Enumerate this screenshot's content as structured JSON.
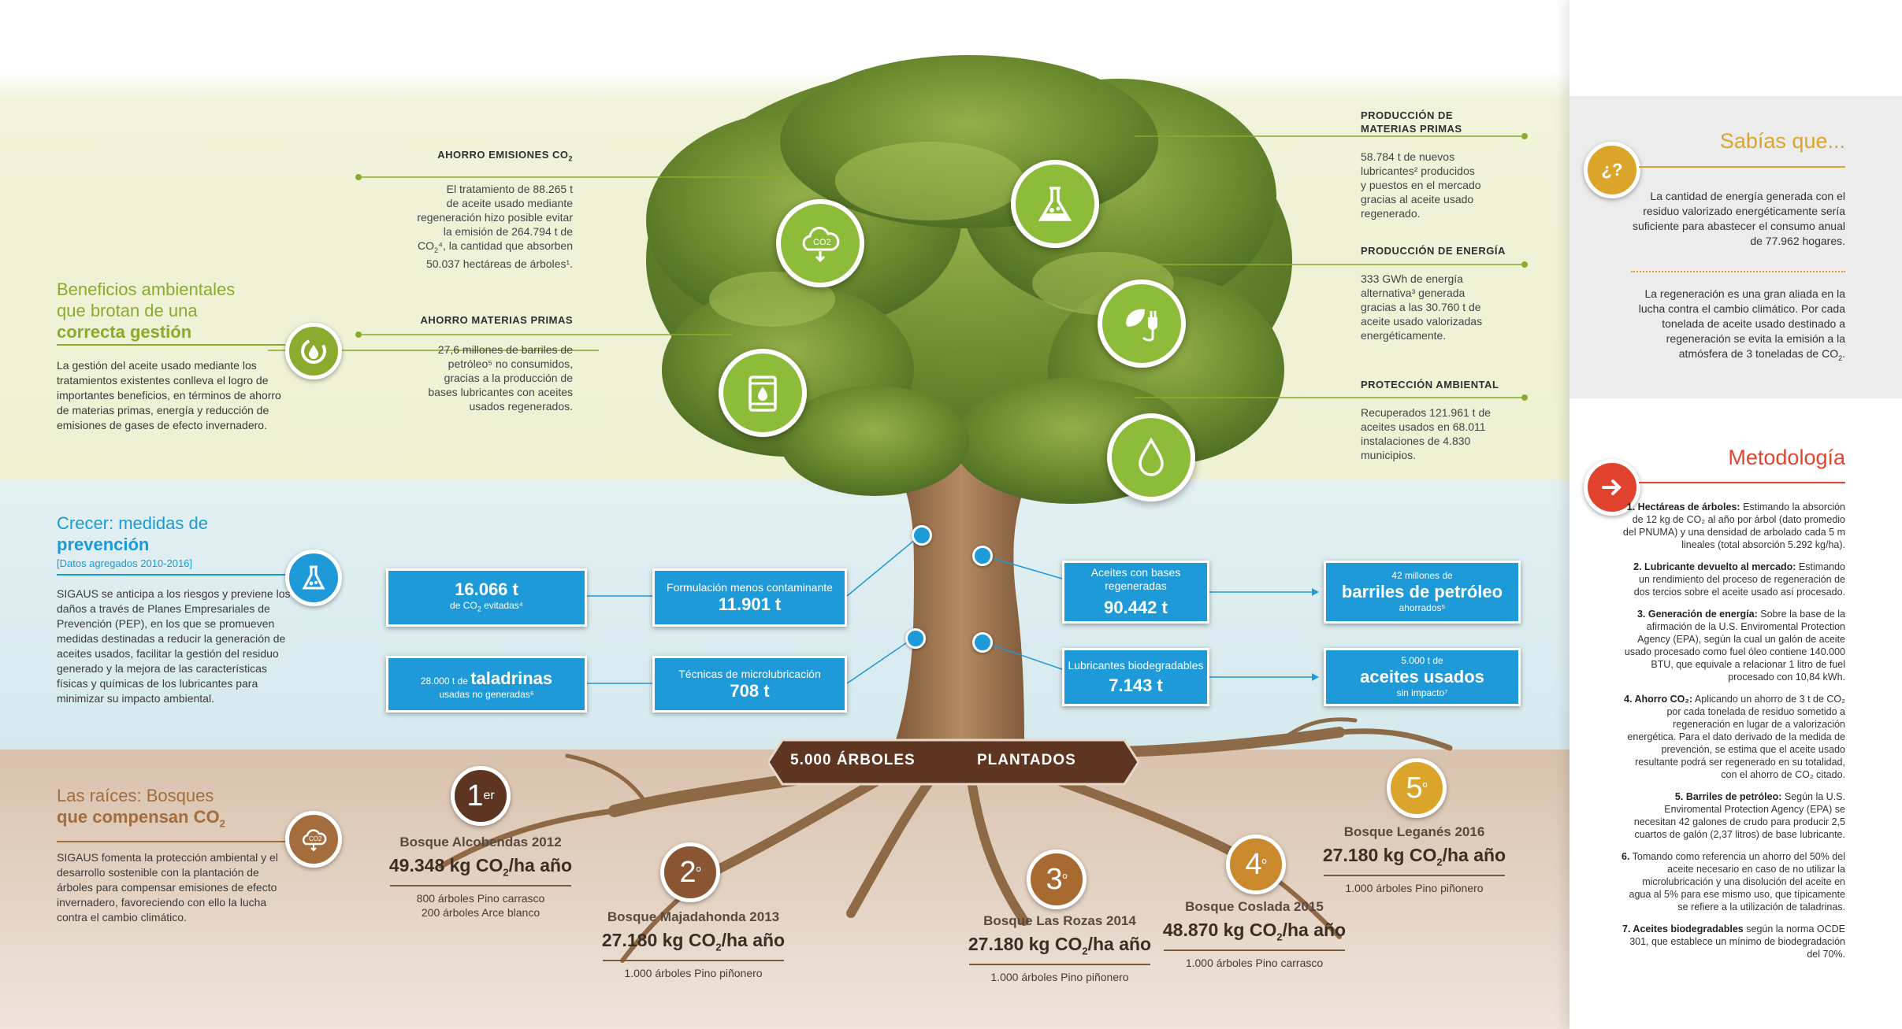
{
  "left": {
    "beneficios": {
      "title_line1": "Beneficios ambientales",
      "title_line2": "que brotan de una",
      "title_line3": "correcta gestión",
      "body": "La gestión del aceite usado mediante los tratamientos existentes conlleva el logro de importantes beneficios, en términos de ahorro de materias primas, energía y reducción de emisiones de gases de efecto invernadero."
    },
    "crecer": {
      "title_line1": "Crecer: medidas de",
      "title_line2": "prevención",
      "subtitle": "[Datos agregados 2010-2016]",
      "body": "SIGAUS se anticipa a los riesgos y previene los daños a través de Planes Empresariales de Prevención (PEP), en los que se promueven medidas destinadas a reducir la generación de aceites usados, facilitar la gestión del residuo generado y la mejora de las características físicas y químicas de los lubricantes para minimizar su impacto ambiental."
    },
    "raices": {
      "title_line1": "Las raíces: Bosques",
      "title_line2": "que compensan CO",
      "title_sub": "2",
      "body": "SIGAUS fomenta la protección ambiental y el desarrollo sostenible con la plantación de árboles para compensar emisiones de efecto invernadero, favoreciendo con ello la lucha contra el cambio climático."
    }
  },
  "tree_labels": {
    "ahorro_emisiones": {
      "header": "AHORRO EMISIONES CO",
      "header_sub": "2",
      "l1": "El tratamiento de 88.265 t",
      "l2": "de aceite usado mediante",
      "l3": "regeneración hizo posible evitar",
      "l4": "la emisión de 264.794 t de",
      "l5a": "CO",
      "l5s": "2",
      "l5b": "⁴, la cantidad que absorben",
      "l6": "50.037 hectáreas de árboles¹."
    },
    "ahorro_materias": {
      "header": "AHORRO MATERIAS PRIMAS",
      "l1": "27,6 millones de barriles de",
      "l2": "petróleo⁵ no consumidos,",
      "l3": "gracias a la producción de",
      "l4": "bases lubricantes con aceites",
      "l5": "usados regenerados."
    },
    "produccion_materias": {
      "header_l1": "PRODUCCIÓN DE",
      "header_l2": "MATERIAS PRIMAS",
      "l1": "58.784 t de nuevos",
      "l2": "lubricantes² producidos",
      "l3": "y puestos en el mercado",
      "l4": "gracias al aceite usado",
      "l5": "regenerado."
    },
    "produccion_energia": {
      "header": "PRODUCCIÓN DE ENERGÍA",
      "l1": "333 GWh de energía",
      "l2": "alternativa³ generada",
      "l3": "gracias a las 30.760 t de",
      "l4": "aceite usado valorizadas",
      "l5": "energéticamente."
    },
    "proteccion": {
      "header": "PROTECCIÓN AMBIENTAL",
      "l1": "Recuperados 121.961 t de",
      "l2": "aceites usados en 68.011",
      "l3": "instalaciones de 4.830",
      "l4": "municipios."
    }
  },
  "prevention": {
    "formulacion": {
      "label": "Formulación menos contaminante",
      "value": "11.901 t"
    },
    "tecnicas": {
      "label": "Técnicas de microlubricación",
      "value": "708 t"
    },
    "aceites_bases": {
      "label": "Aceites con bases regeneradas",
      "value": "90.442 t"
    },
    "lubricantes_bio": {
      "label": "Lubricantes biodegradables",
      "value": "7.143 t"
    },
    "co2_evitadas": {
      "value": "16.066 t",
      "caption_a": "de CO",
      "caption_sub": "2",
      "caption_b": " evitadas⁴"
    },
    "taladrinas": {
      "prefix": "28.000 t de ",
      "big": "taladrinas",
      "caption": "usadas no generadas⁶"
    },
    "barriles": {
      "top": "42 millones de",
      "big": "barriles de petróleo",
      "caption": "ahorrados⁵"
    },
    "aceites_usados": {
      "top": "5.000 t de",
      "big": "aceites usados",
      "caption": "sin impacto⁷"
    }
  },
  "banner": {
    "left": "5.000 ÁRBOLES",
    "right": "PLANTADOS"
  },
  "forests": [
    {
      "badge": "1",
      "badge_sup": "er",
      "name": "Bosque Alcobendas 2012",
      "value": "49.348 kg CO",
      "value_sub": "2",
      "value_end": "/ha año",
      "trees_l1": "800 árboles Pino carrasco",
      "trees_l2": "200 árboles Arce blanco"
    },
    {
      "badge": "2",
      "badge_sup": "º",
      "name": "Bosque Majadahonda 2013",
      "value": "27.180 kg CO",
      "value_sub": "2",
      "value_end": "/ha año",
      "trees_l1": "1.000 árboles Pino piñonero",
      "trees_l2": ""
    },
    {
      "badge": "3",
      "badge_sup": "º",
      "name": "Bosque Las Rozas 2014",
      "value": "27.180 kg CO",
      "value_sub": "2",
      "value_end": "/ha año",
      "trees_l1": "1.000 árboles Pino piñonero",
      "trees_l2": ""
    },
    {
      "badge": "4",
      "badge_sup": "º",
      "name": "Bosque Coslada 2015",
      "value": "48.870 kg CO",
      "value_sub": "2",
      "value_end": "/ha año",
      "trees_l1": "1.000 árboles Pino carrasco",
      "trees_l2": ""
    },
    {
      "badge": "5",
      "badge_sup": "º",
      "name": "Bosque Leganés 2016",
      "value": "27.180 kg CO",
      "value_sub": "2",
      "value_end": "/ha año",
      "trees_l1": "1.000 árboles Pino piñonero",
      "trees_l2": ""
    }
  ],
  "sabias": {
    "badge": "¿?",
    "title": "Sabías que...",
    "p1": "La cantidad de energía generada con el residuo valorizado energéticamente sería suficiente para abastecer el consumo anual de 77.962 hogares.",
    "p2a": "La regeneración es una gran aliada en la lucha contra el cambio climático. Por cada tonelada de aceite usado destinado a regeneración se evita la emisión a la atmósfera de 3 toneladas de CO",
    "p2s": "2",
    "p2b": "."
  },
  "metodologia": {
    "title": "Metodología",
    "items": [
      {
        "head": "1. Hectáreas de árboles:",
        "text": " Estimando la absorción de 12 kg de CO₂ al año por árbol (dato promedio del PNUMA) y una densidad de arbolado cada 5 m lineales (total absorción 5.292 kg/ha)."
      },
      {
        "head": "2. Lubricante devuelto al mercado:",
        "text": " Estimando un rendimiento del proceso de regeneración de dos tercios sobre el aceite usado así procesado."
      },
      {
        "head": "3. Generación de energía:",
        "text": " Sobre la base de la afirmación de la U.S. Enviromental Protection Agency (EPA), según la cual un galón de aceite usado procesado como fuel óleo contiene 140.000 BTU, que equivale a relacionar 1 litro de fuel procesado con 10,84 kWh."
      },
      {
        "head": "4. Ahorro CO₂:",
        "text": " Aplicando un ahorro de 3 t de CO₂ por cada tonelada de residuo sometido a regeneración en lugar de a valorización energética. Para el dato derivado de la medida de prevención, se estima que el aceite usado resultante podrá ser regenerado en su totalidad, con el ahorro de CO₂ citado."
      },
      {
        "head": "5. Barriles de petróleo:",
        "text": " Según la U.S. Enviromental Protection Agency (EPA) se necesitan 42 galones de crudo para producir 2,5 cuartos de galón (2,37 litros) de base lubricante."
      },
      {
        "head": "6.",
        "text": " Tomando como referencia un ahorro del 50% del aceite necesario en caso de no utilizar la microlubricación y una disolución del aceite en agua al 5% para ese mismo uso, que típicamente se refiere a la utilización de taladrinas."
      },
      {
        "head": "7. Aceites biodegradables",
        "text": " según la norma OCDE 301, que establece un mínimo de biodegradación del 70%."
      }
    ]
  },
  "colors": {
    "green": "#8aab2d",
    "blue": "#1f9ad8",
    "brown": "#a46d3e",
    "gold": "#dba52c",
    "red": "#e2432e"
  },
  "icons": [
    "recycle-drop-icon",
    "flask-icon",
    "co2-cloud-icon",
    "oil-barrel-icon",
    "leaf-plug-icon",
    "water-drop-icon",
    "arrow-right-icon"
  ]
}
